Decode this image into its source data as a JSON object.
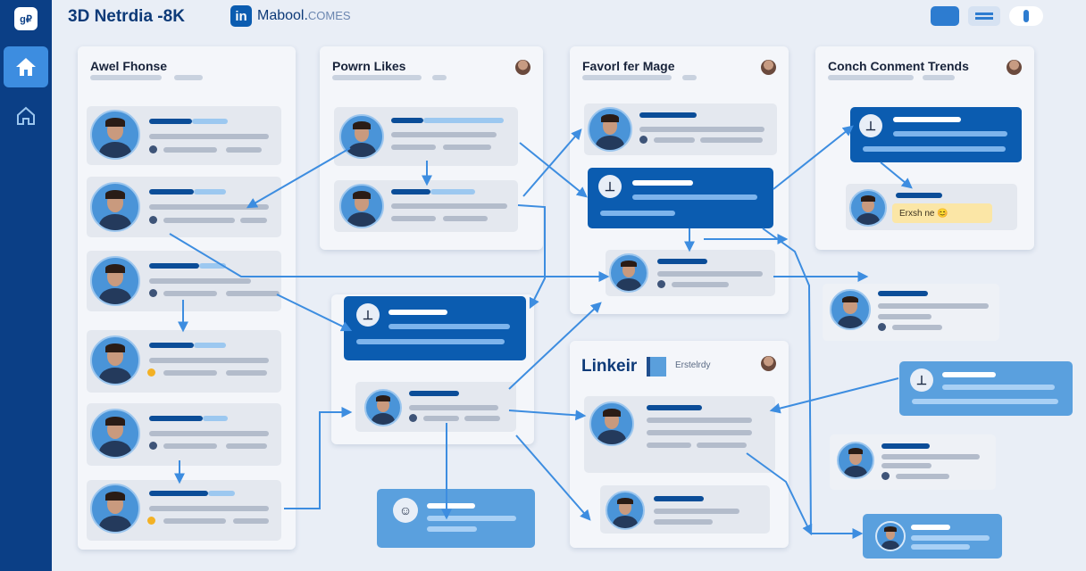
{
  "header": {
    "app_title": "3D Netrdia -8K",
    "brand_mark": "in",
    "brand_name": "Mabool.",
    "brand_suffix": "COMES"
  },
  "panels": {
    "p1": {
      "title": "Awel Fhonse"
    },
    "p2": {
      "title": "Powrn Likes"
    },
    "p3": {
      "title": "Favorl fer Mage"
    },
    "p4": {
      "title": "Conch Conment Trends"
    },
    "p5": {
      "title": "Linkeir",
      "subtitle": "Erstelrdy"
    }
  },
  "toast": {
    "text": "Erxsh ne 😊"
  },
  "icons": {
    "home_icon": "home-icon",
    "secondary_home_icon": "home-outline-icon",
    "post_icon": "pin-icon",
    "share_icon": "share-icon"
  },
  "colors": {
    "primary": "#0b5cb0",
    "rail": "#0b3f86",
    "accent": "#3d8de0",
    "light_block": "#5aa0de"
  }
}
